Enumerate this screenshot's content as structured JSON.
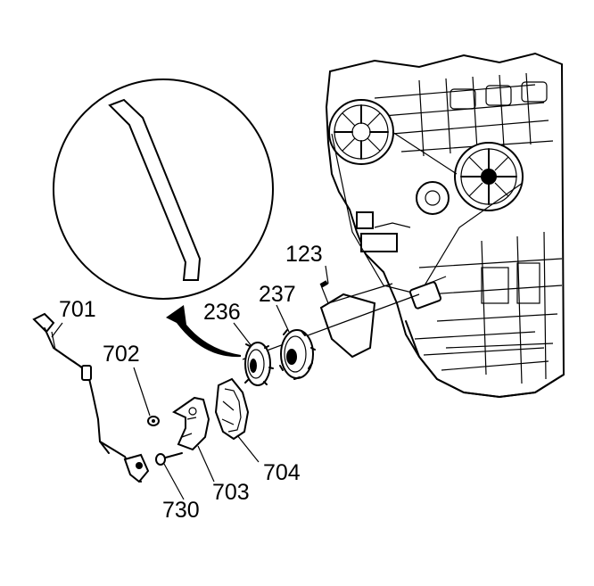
{
  "diagram": {
    "callouts": {
      "c123": "123",
      "c236": "236",
      "c237": "237",
      "c701": "701",
      "c702": "702",
      "c703": "703",
      "c704": "704",
      "c730": "730"
    }
  }
}
